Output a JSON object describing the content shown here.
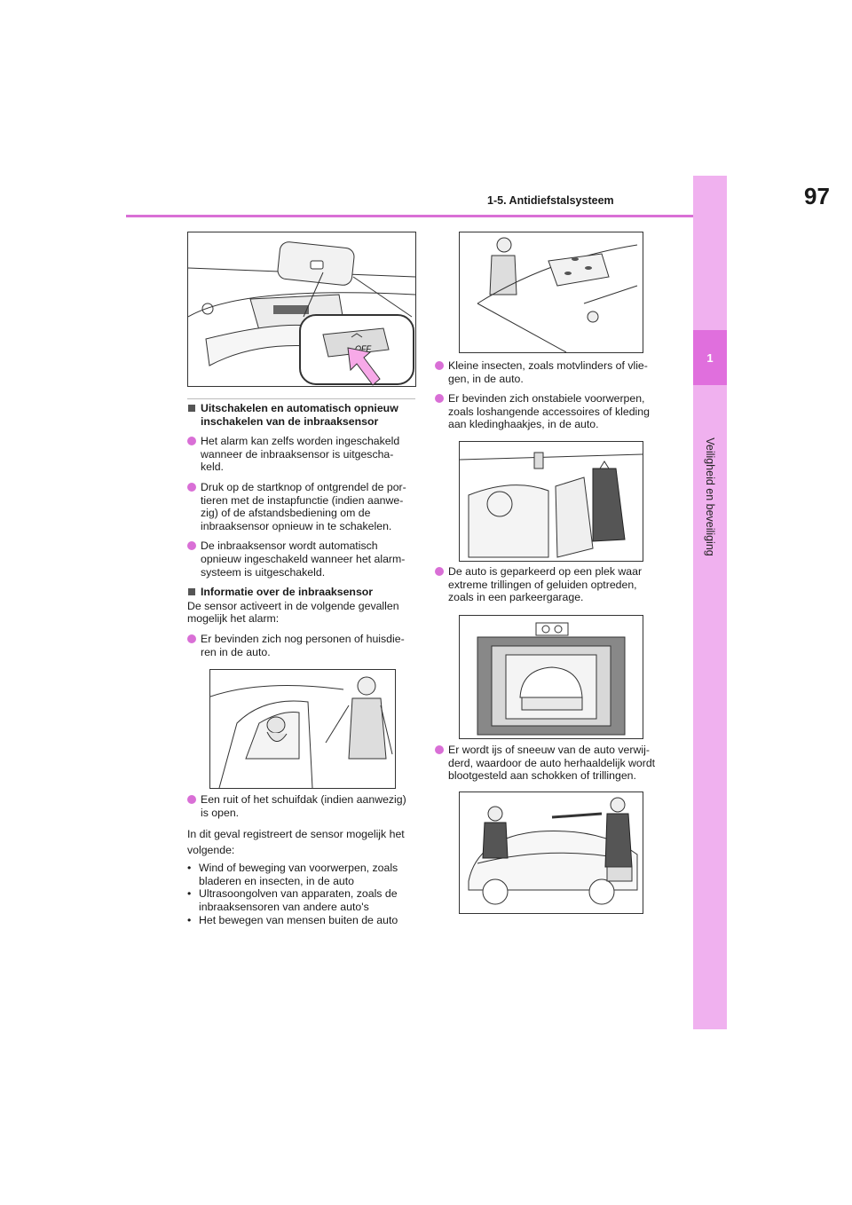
{
  "header": {
    "section": "1-5. Antidiefstalsysteem",
    "page_number": "97"
  },
  "side_tab": {
    "chapter_number": "1",
    "chapter_title": "Veiligheid en beveiliging"
  },
  "figures": {
    "overhead_button": {
      "off_label": "OFF",
      "icon": "intrusion-sensor-off-button-icon"
    },
    "sunroof_insects": {
      "icon": "sunroof-insects-illustration"
    },
    "hanging_clothes": {
      "icon": "car-interior-hanging-clothes-illustration"
    },
    "person_pet": {
      "icon": "person-and-dog-in-car-illustration"
    },
    "parking_garage": {
      "icon": "parking-garage-illustration"
    },
    "snow_removal": {
      "icon": "snow-removal-illustration"
    }
  },
  "left_column": {
    "heading1": "Uitschakelen en automatisch opnieuw inschakelen van de inbraaksensor",
    "bullet1": "Het alarm kan zelfs worden ingeschakeld wanneer de inbraaksensor is uitgescha-keld.",
    "bullet2": "Druk op de startknop of ontgrendel de por-tieren met de instapfunctie (indien aanwe-zig) of de afstandsbediening om de inbraaksensor opnieuw in te schakelen.",
    "bullet3": "De inbraaksensor wordt automatisch opnieuw ingeschakeld wanneer het alarm-systeem is uitgeschakeld.",
    "heading2": "Informatie over de inbraaksensor",
    "intro": "De sensor activeert in de volgende gevallen mogelijk het alarm:",
    "bullet4": "Er bevinden zich nog personen of huisdie-ren in de auto.",
    "bullet5": "Een ruit of het schuifdak (indien aanwezig) is open.",
    "para": "In dit geval registreert de sensor mogelijk het volgende:",
    "dash_items": [
      "Wind of beweging van voorwerpen, zoals bladeren en insecten, in de auto",
      "Ultrasoongolven van apparaten, zoals de inbraaksensoren van andere auto's",
      "Het bewegen van mensen buiten de auto"
    ]
  },
  "right_column": {
    "bullet1": "Kleine insecten, zoals motvlinders of vlie-gen, in de auto.",
    "bullet2": "Er bevinden zich onstabiele voorwerpen, zoals loshangende accessoires of kleding aan kledinghaakjes, in de auto.",
    "bullet3": "De auto is geparkeerd op een plek waar extreme trillingen of geluiden optreden, zoals in een parkeergarage.",
    "bullet4": "Er wordt ijs of sneeuw van de auto verwij-derd, waardoor de auto herhaaldelijk wordt blootgesteld aan schokken of trillingen."
  }
}
